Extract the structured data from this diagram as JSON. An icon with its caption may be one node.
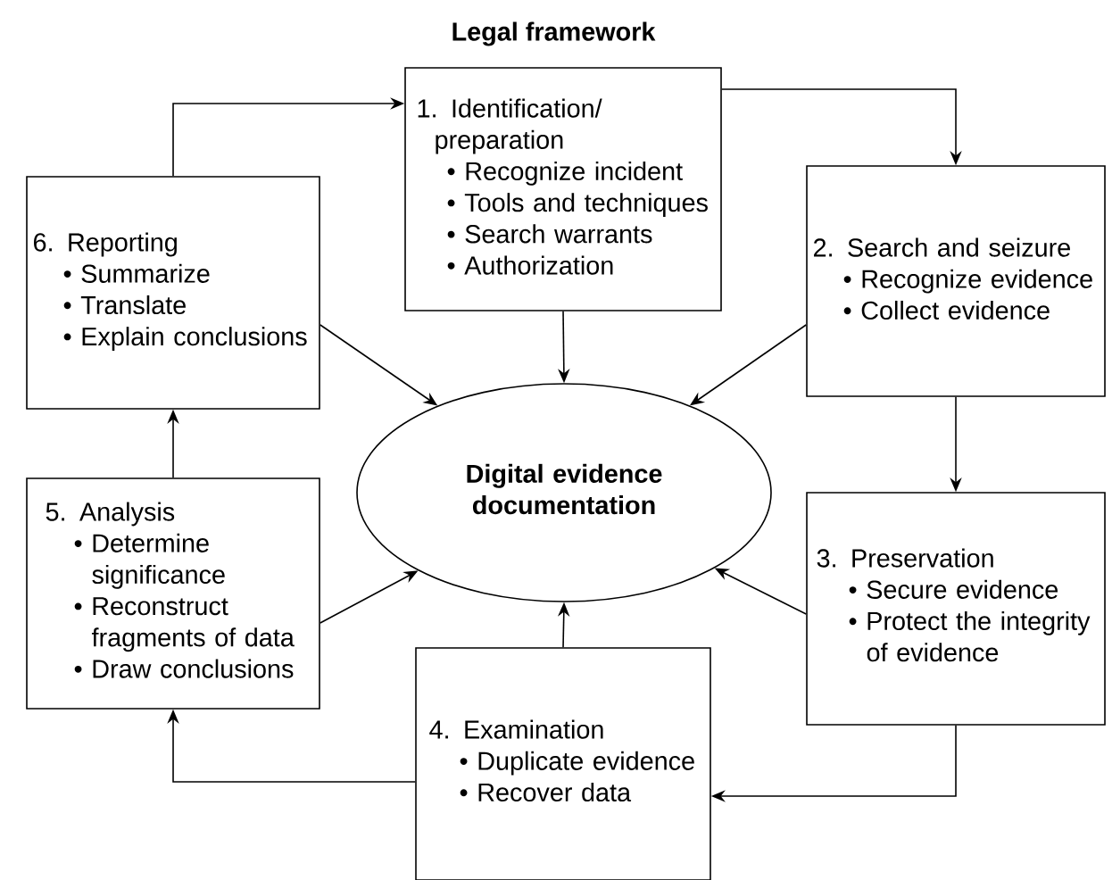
{
  "diagram": {
    "title": "Legal framework",
    "nodes": [
      {
        "text": [
          "1. Identification/ preparation",
          "• Recognize incident",
          "• Tools and techniques",
          "• Search warrants",
          "• Authorization"
        ]
      },
      {
        "text": [
          "2. Search and seizure",
          "• Recognize evidence",
          "• Collect evidence"
        ]
      },
      {
        "text": [
          "3. Preservation",
          "• Secure evidence",
          "• Protect the integrity of evidence"
        ]
      },
      {
        "text": [
          "4. Examination",
          "• Duplicate evidence",
          "• Recover data"
        ]
      },
      {
        "text": [
          "5. Analysis",
          "• Determine significance",
          "• Reconstruct fragments of data",
          "• Draw conclusions"
        ]
      },
      {
        "text": [
          "6. Reporting",
          "• Summarize",
          "• Translate",
          "• Explain conclusions"
        ]
      },
      {
        "text": [
          "Digital evidence documentation"
        ]
      }
    ],
    "edges": [
      {
        "from": 5,
        "to": 0,
        "arrow": "to"
      },
      {
        "from": 0,
        "to": 1,
        "arrow": "to"
      },
      {
        "from": 0,
        "to": 6,
        "arrow": "to"
      },
      {
        "from": 1,
        "to": 6,
        "arrow": "to"
      },
      {
        "from": 1,
        "to": 2,
        "arrow": "to"
      },
      {
        "from": 2,
        "to": 6,
        "arrow": "to"
      },
      {
        "from": 2,
        "to": 3,
        "arrow": "to"
      },
      {
        "from": 3,
        "to": 6,
        "arrow": "to"
      },
      {
        "from": 3,
        "to": 4,
        "arrow": "to"
      },
      {
        "from": 4,
        "to": 6,
        "arrow": "to"
      },
      {
        "from": 4,
        "to": 5,
        "arrow": "to"
      },
      {
        "from": 5,
        "to": 6,
        "arrow": "to"
      }
    ]
  }
}
